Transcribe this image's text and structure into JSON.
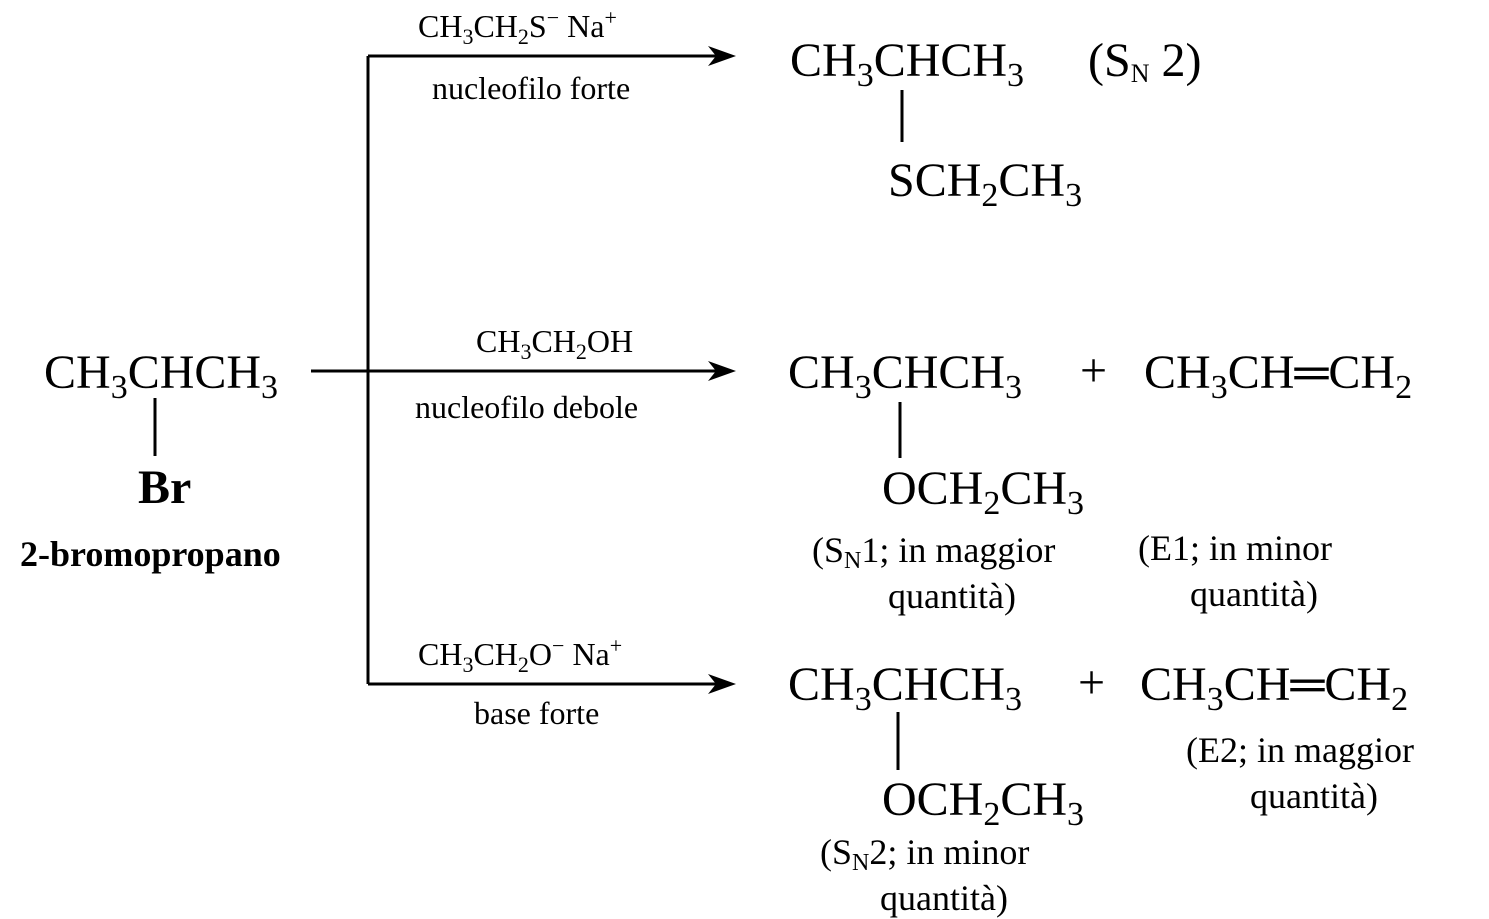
{
  "reactant": {
    "main": "CH3CHCH3",
    "substituent": "Br",
    "name": "2-bromopropano"
  },
  "branches": [
    {
      "reagent": "CH3CH2S− Na+",
      "reagent_note": "nucleofilo forte",
      "products": [
        {
          "main": "CH3CHCH3",
          "substituent": "SCH2CH3",
          "mechanism": "(SN2)"
        }
      ]
    },
    {
      "reagent": "CH3CH2OH",
      "reagent_note": "nucleofilo debole",
      "products": [
        {
          "main": "CH3CHCH3",
          "substituent": "OCH2CH3",
          "note_line1": "(SN1; in maggior",
          "note_line2": "quantità)"
        },
        {
          "plus": "+",
          "main": "CH3CH═CH2",
          "note_line1": "(E1; in minor",
          "note_line2": "quantità)"
        }
      ]
    },
    {
      "reagent": "CH3CH2O− Na+",
      "reagent_note": "base forte",
      "products": [
        {
          "main": "CH3CHCH3",
          "substituent": "OCH2CH3",
          "note_line1": "(SN2; in minor",
          "note_line2": "quantità)"
        },
        {
          "plus": "+",
          "main": "CH3CH═CH2",
          "note_line1": "(E2; in maggior",
          "note_line2": "quantità)"
        }
      ]
    }
  ]
}
